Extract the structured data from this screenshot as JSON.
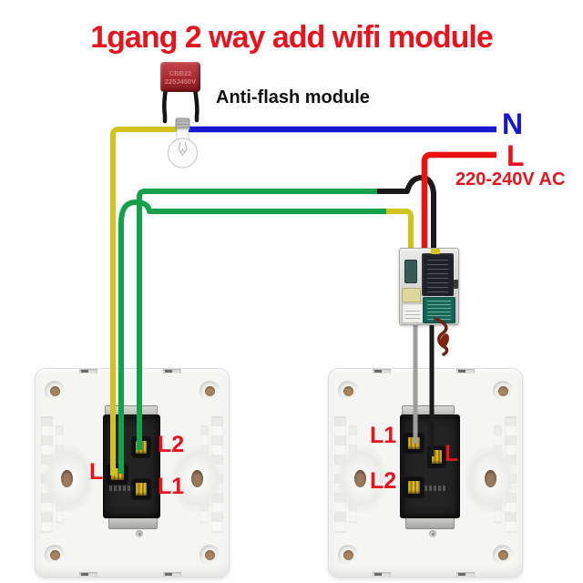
{
  "title": "1gang 2 way add wifi module",
  "anti_flash_module": {
    "label": "Anti-flash module",
    "marking_line1": "CBB22",
    "marking_line2": "225J450V"
  },
  "power": {
    "neutral_label": "N",
    "live_label": "L",
    "voltage": "220-240V AC"
  },
  "left_switch": {
    "labels": {
      "l": "L",
      "l1": "L1",
      "l2": "L2"
    }
  },
  "right_switch": {
    "labels": {
      "l": "L",
      "l1": "L1",
      "l2": "L2"
    }
  },
  "colors": {
    "accent_red": "#e8131c",
    "neutral_blue": "#1515d2"
  },
  "wires": {
    "yellow": "#d2c21d",
    "green": "#13a14b",
    "blue": "#1717d0",
    "red": "#ee1111",
    "black": "#1a1a1a",
    "gray": "#9e9e9e",
    "capacitor_leg": "#141414",
    "antenna_brown": "#6e2112"
  }
}
